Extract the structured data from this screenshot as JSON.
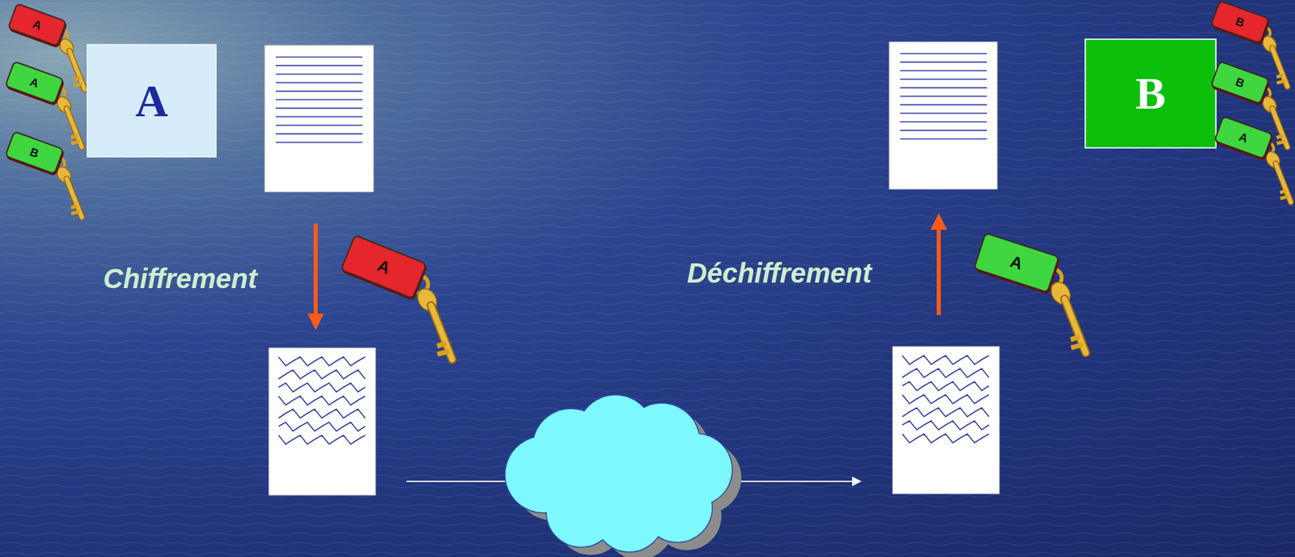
{
  "diagram": {
    "nodes": [
      {
        "text": [
          "A"
        ]
      },
      {
        "text": [
          "A"
        ]
      },
      {
        "text": [
          "B"
        ]
      },
      {
        "text": [
          "A"
        ]
      },
      {
        "text": [
          "A"
        ]
      },
      {
        "text": [
          "A"
        ]
      },
      {
        "text": [
          "B"
        ]
      },
      {
        "text": [
          "B"
        ]
      },
      {
        "text": [
          "B"
        ]
      },
      {
        "text": [
          "A"
        ]
      }
    ],
    "labels": [
      "Chiffrement",
      "Déchiffrement"
    ]
  }
}
